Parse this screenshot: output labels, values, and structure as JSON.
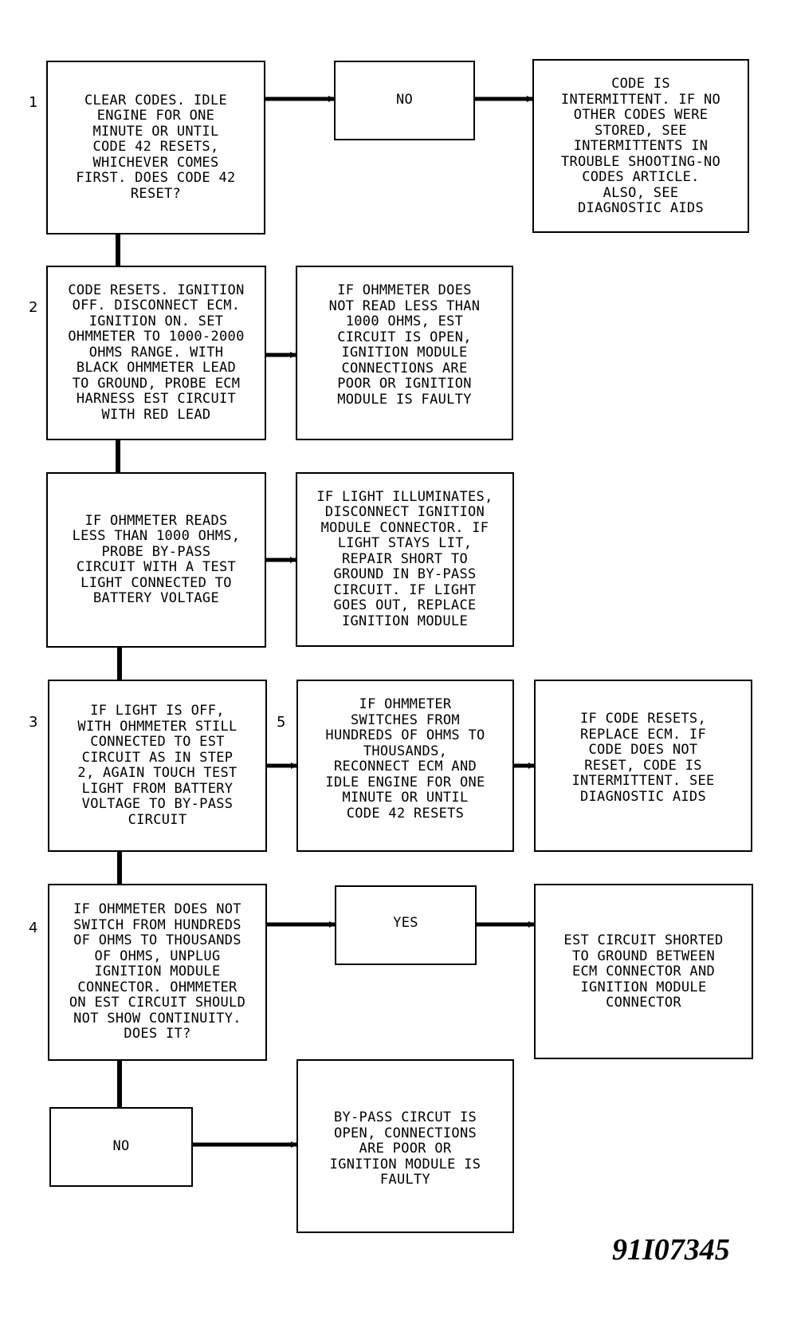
{
  "steps": {
    "s1": "1",
    "s2": "2",
    "s3": "3",
    "s4": "4",
    "s5": "5"
  },
  "boxes": {
    "step1": "CLEAR CODES. IDLE\nENGINE FOR ONE\nMINUTE OR UNTIL\nCODE 42 RESETS,\nWHICHEVER COMES\nFIRST. DOES CODE 42\nRESET?",
    "no1": "NO",
    "intermittent1": "CODE IS\nINTERMITTENT. IF NO\nOTHER CODES WERE\nSTORED, SEE\nINTERMITTENTS IN\nTROUBLE SHOOTING-NO\nCODES ARTICLE.\nALSO, SEE\nDIAGNOSTIC AIDS",
    "step2": "CODE RESETS. IGNITION\nOFF. DISCONNECT ECM.\nIGNITION ON. SET\nOHMMETER TO 1000-2000\nOHMS RANGE. WITH\nBLACK OHMMETER LEAD\nTO GROUND, PROBE ECM\nHARNESS EST CIRCUIT\nWITH RED LEAD",
    "step2_result": "IF OHMMETER DOES\nNOT READ LESS THAN\n1000 OHMS, EST\nCIRCUIT IS OPEN,\nIGNITION MODULE\nCONNECTIONS ARE\nPOOR OR IGNITION\nMODULE IS FAULTY",
    "probe_bypass": "IF OHMMETER READS\nLESS THAN 1000 OHMS,\nPROBE BY-PASS\nCIRCUIT WITH A TEST\nLIGHT CONNECTED TO\nBATTERY VOLTAGE",
    "light_result": "IF LIGHT ILLUMINATES,\nDISCONNECT IGNITION\nMODULE CONNECTOR. IF\nLIGHT STAYS LIT,\nREPAIR SHORT TO\nGROUND IN BY-PASS\nCIRCUIT. IF LIGHT\nGOES OUT, REPLACE\nIGNITION MODULE",
    "step3": "IF LIGHT IS OFF,\nWITH OHMMETER STILL\nCONNECTED TO EST\nCIRCUIT AS IN STEP\n2, AGAIN TOUCH TEST\nLIGHT FROM BATTERY\nVOLTAGE TO BY-PASS\nCIRCUIT",
    "step5": "IF OHMMETER\nSWITCHES FROM\nHUNDREDS OF OHMS TO\nTHOUSANDS,\nRECONNECT ECM AND\nIDLE ENGINE FOR ONE\nMINUTE OR UNTIL\nCODE 42 RESETS",
    "step5_result": "IF CODE RESETS,\nREPLACE ECM. IF\nCODE DOES NOT\nRESET, CODE IS\nINTERMITTENT. SEE\nDIAGNOSTIC AIDS",
    "step4": "IF OHMMETER DOES NOT\nSWITCH FROM HUNDREDS\nOF OHMS TO THOUSANDS\nOF OHMS, UNPLUG\nIGNITION MODULE\nCONNECTOR. OHMMETER\nON EST CIRCUIT SHOULD\nNOT SHOW CONTINUITY.\nDOES IT?",
    "yes4": "YES",
    "est_shorted": "EST CIRCUIT SHORTED\nTO GROUND BETWEEN\nECM CONNECTOR AND\nIGNITION MODULE\nCONNECTOR",
    "no4": "NO",
    "bypass_open": "BY-PASS CIRCUT IS\nOPEN, CONNECTIONS\nARE POOR OR\nIGNITION MODULE IS\nFAULTY"
  },
  "figure_id": "91I07345"
}
